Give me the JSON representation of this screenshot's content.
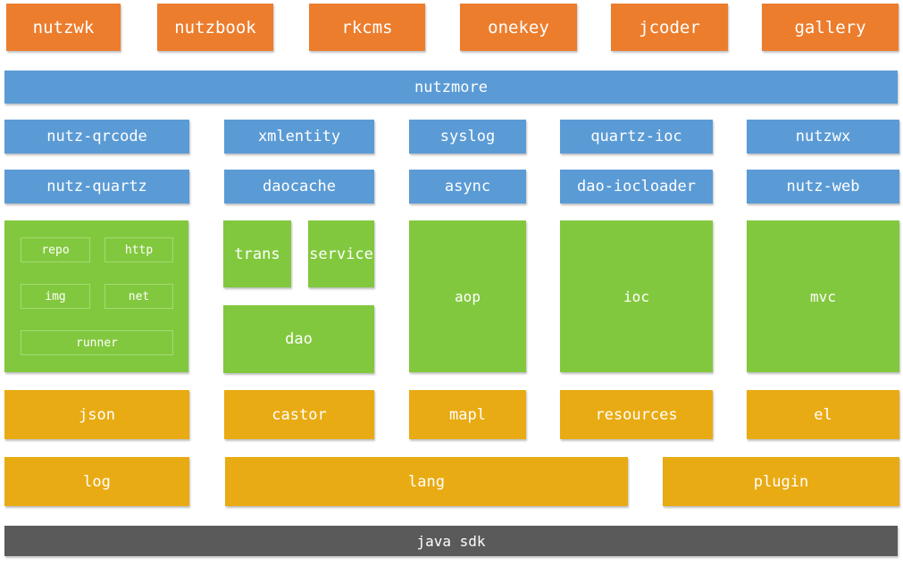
{
  "colors": {
    "orange": "#EC7D2D",
    "blue": "#5B9BD5",
    "green": "#82C83E",
    "greenBorder": "#A6DA73",
    "gold": "#E9AB13",
    "darkGray": "#5A5A5A",
    "text": "#FFFFFF"
  },
  "apps": [
    "nutzwk",
    "nutzbook",
    "rkcms",
    "onekey",
    "jcoder",
    "gallery"
  ],
  "nutzmore": "nutzmore",
  "modules_row1": [
    "nutz-qrcode",
    "xmlentity",
    "syslog",
    "quartz-ioc",
    "nutzwx"
  ],
  "modules_row2": [
    "nutz-quartz",
    "daocache",
    "async",
    "dao-iocloader",
    "nutz-web"
  ],
  "core": {
    "utils": [
      "repo",
      "http",
      "img",
      "net",
      "runner"
    ],
    "trans": "trans",
    "service": "service",
    "dao": "dao",
    "aop": "aop",
    "ioc": "ioc",
    "mvc": "mvc"
  },
  "support": [
    "json",
    "castor",
    "mapl",
    "resources",
    "el"
  ],
  "base": [
    "log",
    "lang",
    "plugin"
  ],
  "platform": "java sdk"
}
